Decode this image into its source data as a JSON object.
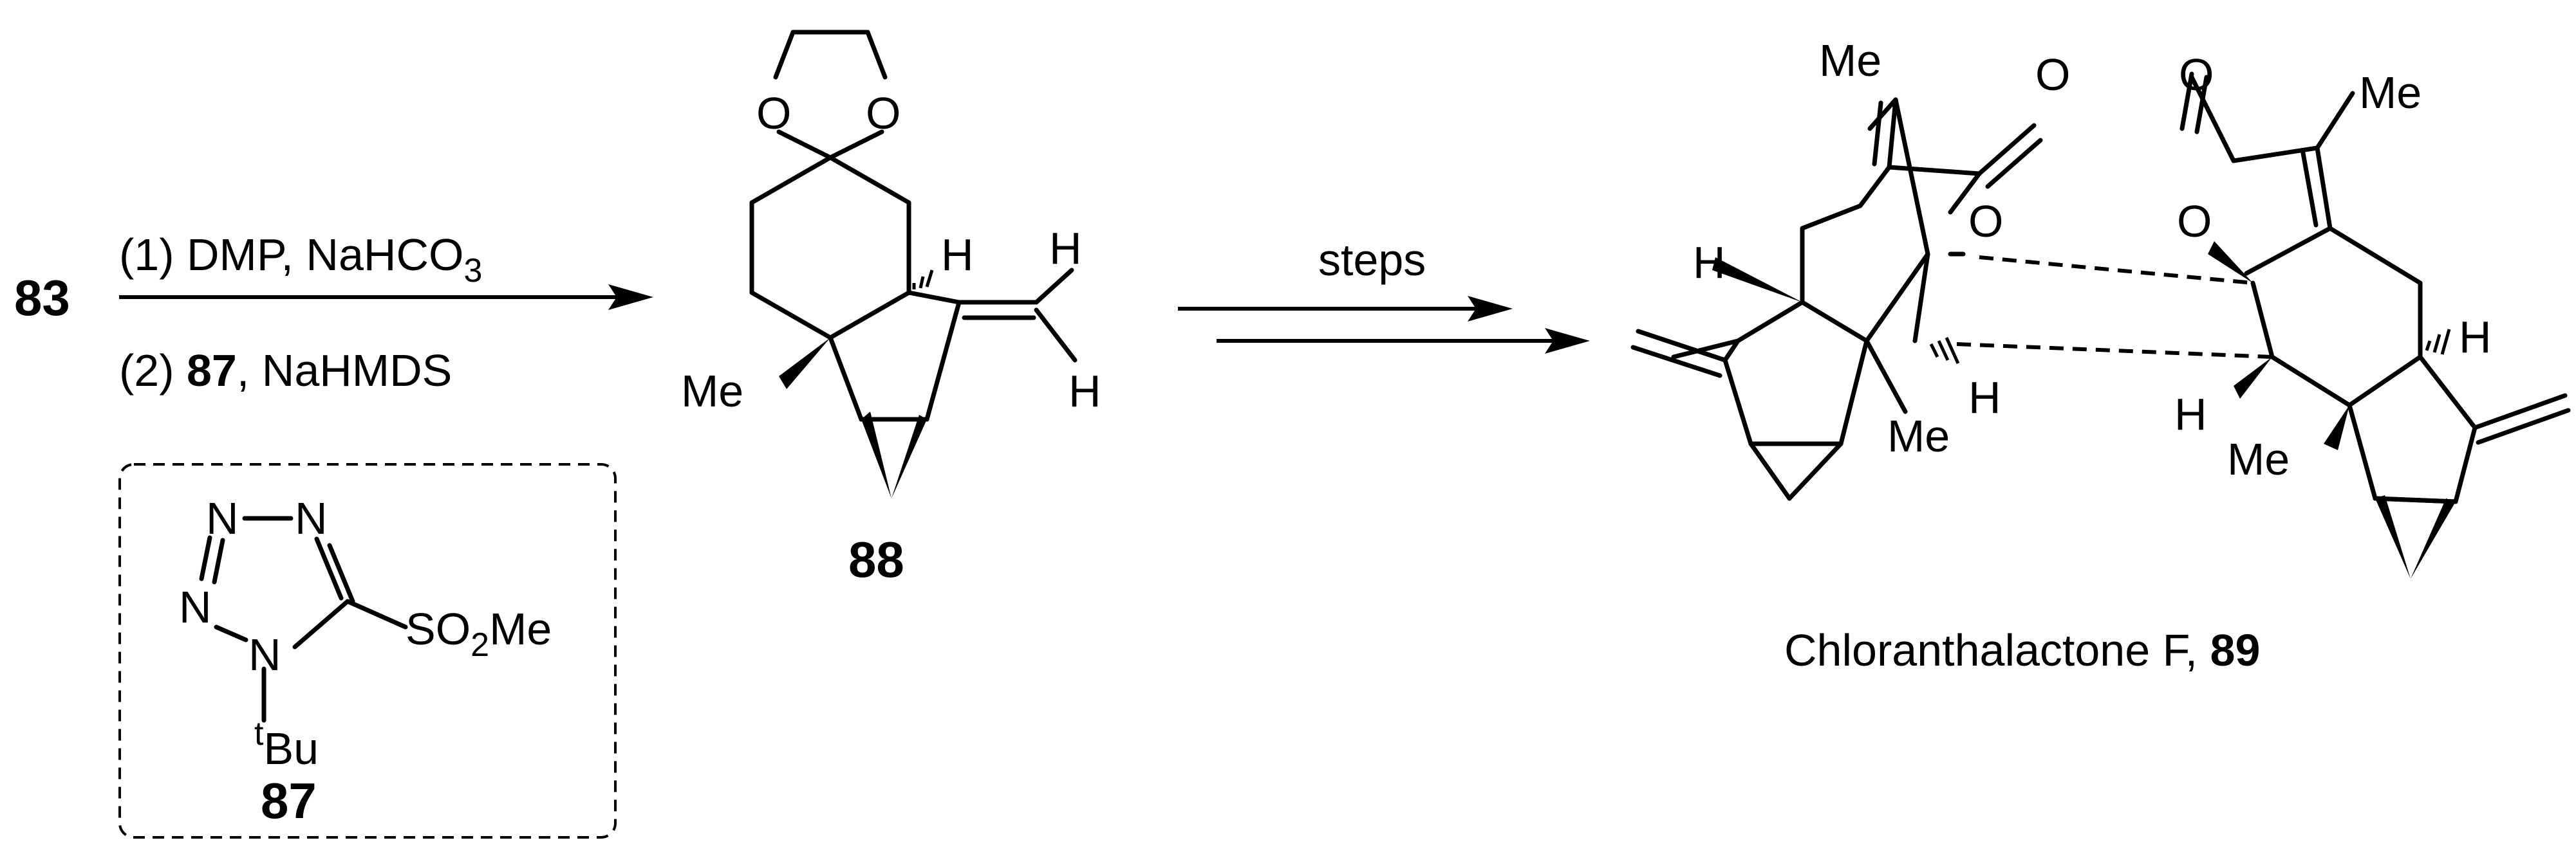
{
  "start_compound": "83",
  "step1": {
    "line1_prefix": "(1) DMP, NaHCO",
    "line1_sub": "3",
    "line2_prefix": "(2) ",
    "line2_bold": "87",
    "line2_suffix": ", NaHMDS"
  },
  "reagent_box": {
    "atoms": {
      "n1": "N",
      "n2": "N",
      "n3": "N",
      "n4": "N"
    },
    "substituent": {
      "prefix": "SO",
      "sub": "2",
      "suffix": "Me"
    },
    "tbu": {
      "sup": "t",
      "main": "Bu"
    },
    "label": "87"
  },
  "intermediate": {
    "label": "88",
    "atoms": {
      "o1": "O",
      "o2": "O",
      "h_ring": "H",
      "h_top": "H",
      "h_bot": "H",
      "me": "Me"
    }
  },
  "step2": {
    "label": "steps"
  },
  "product": {
    "name": "Chloranthalactone F, ",
    "number": "89",
    "atoms": {
      "me_left_top": "Me",
      "o_carbonyl_left": "O",
      "o_ring_left": "O",
      "o_carbonyl_right": "O",
      "o_ring_right": "O",
      "me_right_top": "Me",
      "h_left": "H",
      "h_mid": "H",
      "me_mid": "Me",
      "h_right": "H",
      "h_right_low": "H",
      "me_right_low": "Me"
    }
  }
}
